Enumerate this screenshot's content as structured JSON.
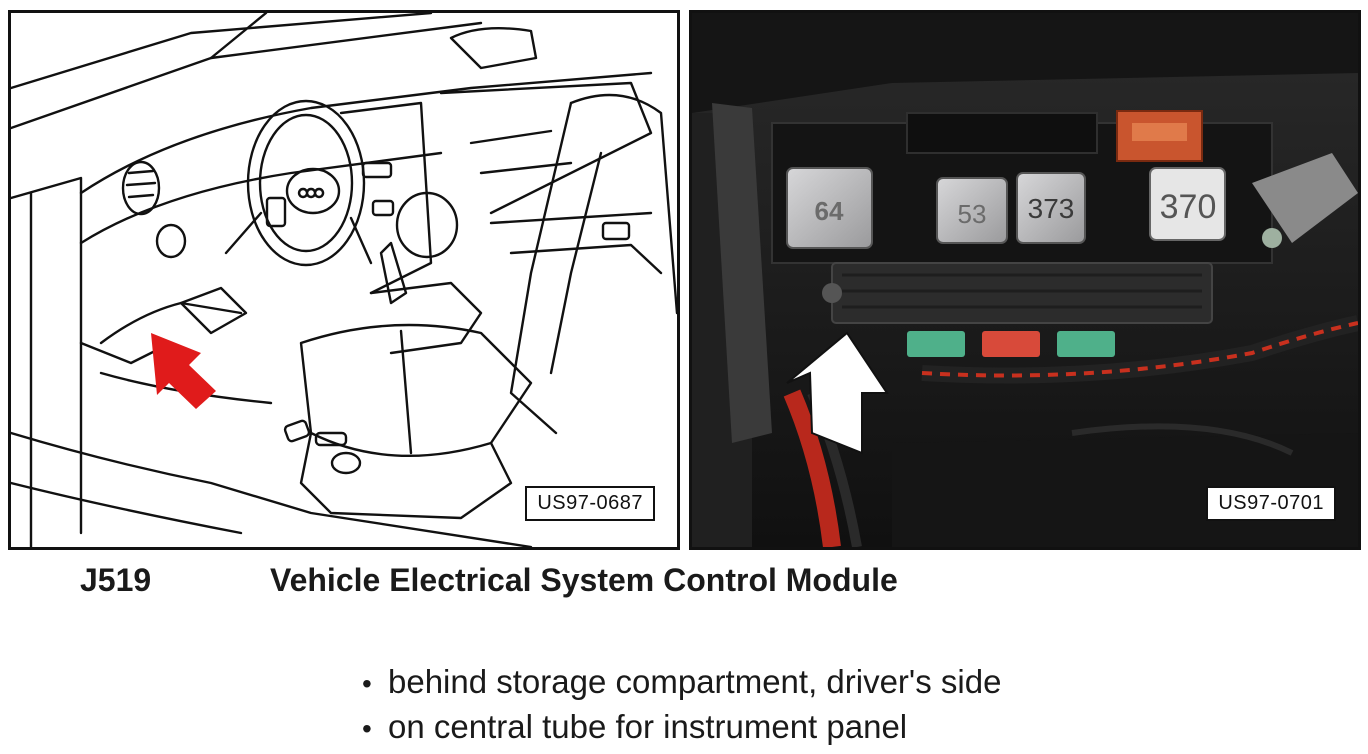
{
  "figures": {
    "left": {
      "ref": "US97-0687"
    },
    "right": {
      "ref": "US97-0701",
      "relay_labels": [
        "6⁡4",
        "53",
        "373",
        "370"
      ]
    }
  },
  "caption": {
    "code": "J519",
    "title": "Vehicle Electrical System Control Module"
  },
  "bullets": [
    "behind storage compartment, driver's side",
    "on central tube for instrument panel"
  ],
  "colors": {
    "arrow_left": "#e01b1b",
    "arrow_right": "#ffffff"
  }
}
